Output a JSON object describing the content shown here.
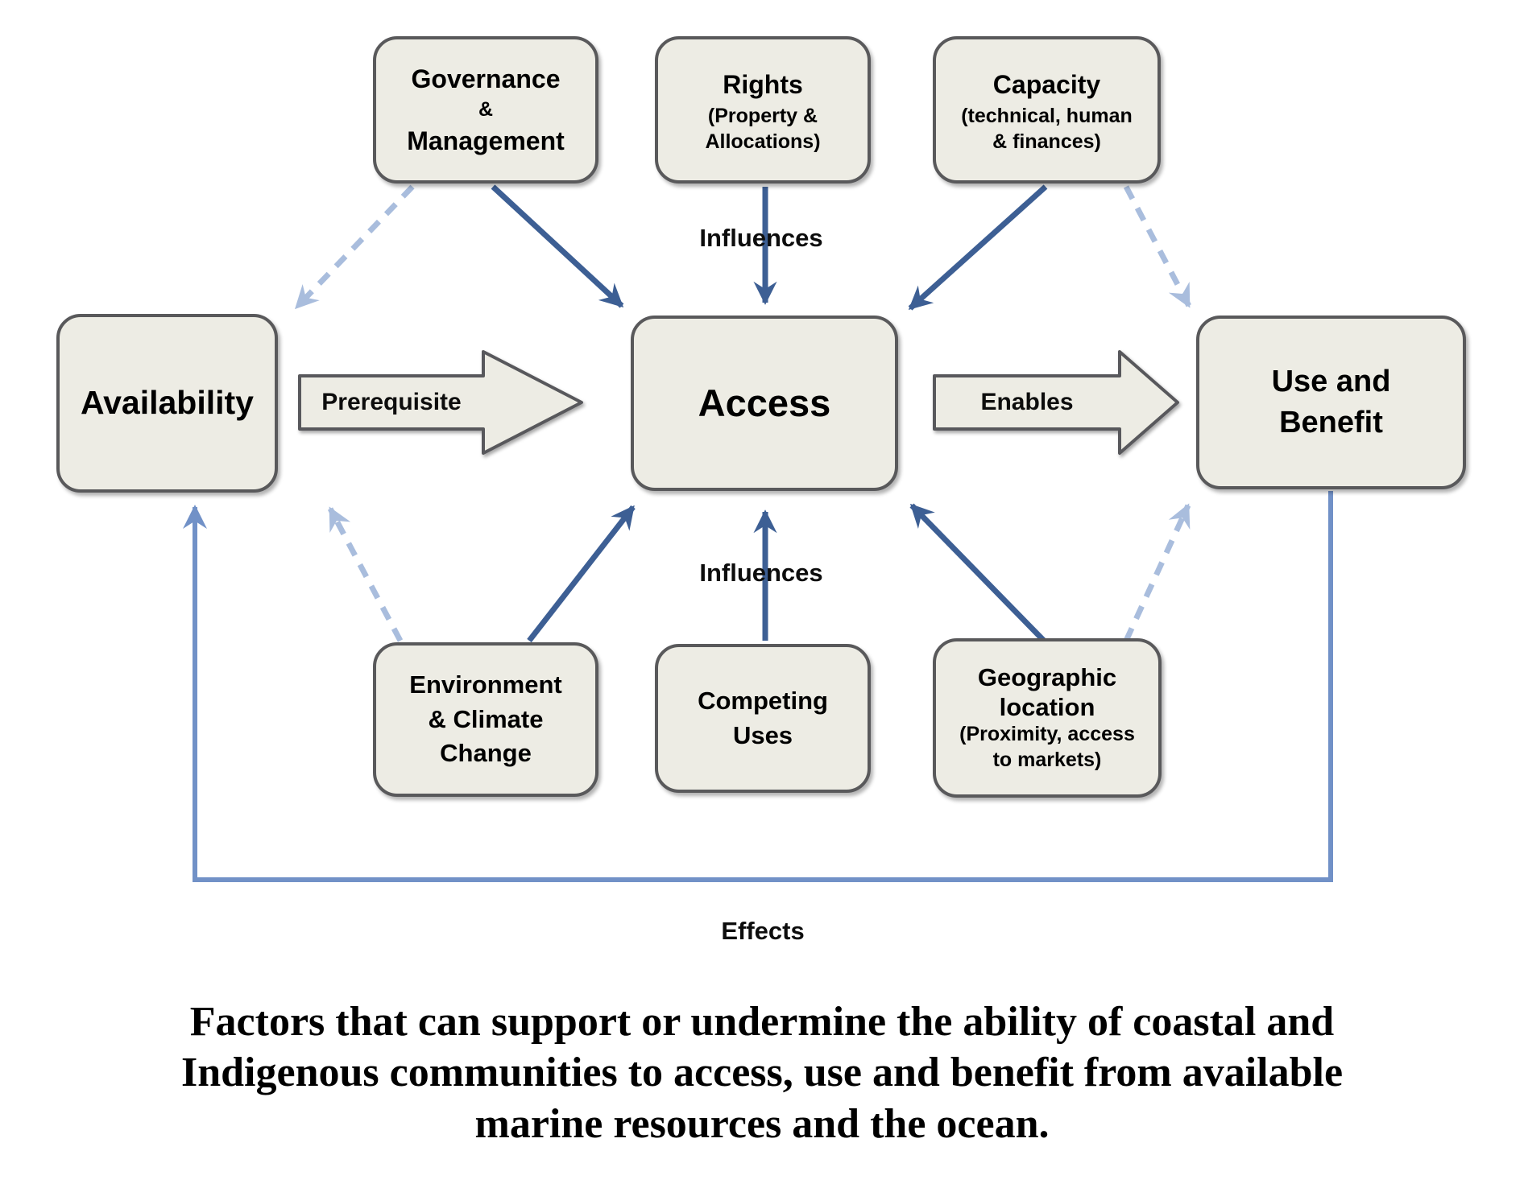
{
  "boxes": {
    "governance": {
      "lines": [
        "Governance",
        "&",
        "Management"
      ]
    },
    "rights": {
      "title": "Rights",
      "subtitle_lines": [
        "(Property &",
        "Allocations)"
      ]
    },
    "capacity": {
      "title": "Capacity",
      "subtitle_lines": [
        "(technical, human",
        "& finances)"
      ]
    },
    "availability": {
      "label": "Availability"
    },
    "access": {
      "label": "Access"
    },
    "use_benefit": {
      "lines": [
        "Use and",
        "Benefit"
      ]
    },
    "environment": {
      "lines": [
        "Environment",
        "& Climate",
        "Change"
      ]
    },
    "competing": {
      "lines": [
        "Competing",
        "Uses"
      ]
    },
    "geographic": {
      "title_lines": [
        "Geographic",
        "location"
      ],
      "subtitle_lines": [
        "(Proximity, access",
        "to markets)"
      ]
    }
  },
  "arrow_labels": {
    "prerequisite": "Prerequisite",
    "enables": "Enables",
    "influences_top": "Influences",
    "influences_bottom": "Influences",
    "effects": "Effects"
  },
  "relationships": [
    {
      "from": "Governance & Management",
      "to": "Access",
      "style": "solid"
    },
    {
      "from": "Governance & Management",
      "to": "Availability",
      "style": "dashed"
    },
    {
      "from": "Rights",
      "to": "Access",
      "style": "solid",
      "label": "Influences"
    },
    {
      "from": "Capacity",
      "to": "Access",
      "style": "solid"
    },
    {
      "from": "Capacity",
      "to": "Use and Benefit",
      "style": "dashed"
    },
    {
      "from": "Environment & Climate Change",
      "to": "Access",
      "style": "solid"
    },
    {
      "from": "Environment & Climate Change",
      "to": "Availability",
      "style": "dashed"
    },
    {
      "from": "Competing Uses",
      "to": "Access",
      "style": "solid",
      "label": "Influences"
    },
    {
      "from": "Geographic location",
      "to": "Access",
      "style": "solid"
    },
    {
      "from": "Geographic location",
      "to": "Use and Benefit",
      "style": "dashed"
    },
    {
      "from": "Availability",
      "to": "Access",
      "style": "block-arrow",
      "label": "Prerequisite"
    },
    {
      "from": "Access",
      "to": "Use and Benefit",
      "style": "block-arrow",
      "label": "Enables"
    },
    {
      "from": "Use and Benefit",
      "to": "Availability",
      "style": "loop",
      "label": "Effects"
    }
  ],
  "caption": {
    "lines": [
      "Factors that can support or undermine the ability of coastal and",
      "Indigenous communities to access, use and benefit from available",
      "marine resources and the ocean."
    ]
  },
  "colors": {
    "box_fill": "#edece4",
    "box_border": "#59595b",
    "solid_arrow": "#3d5f94",
    "dashed_arrow": "#a9bddd",
    "effects_arrow": "#7191c7"
  }
}
